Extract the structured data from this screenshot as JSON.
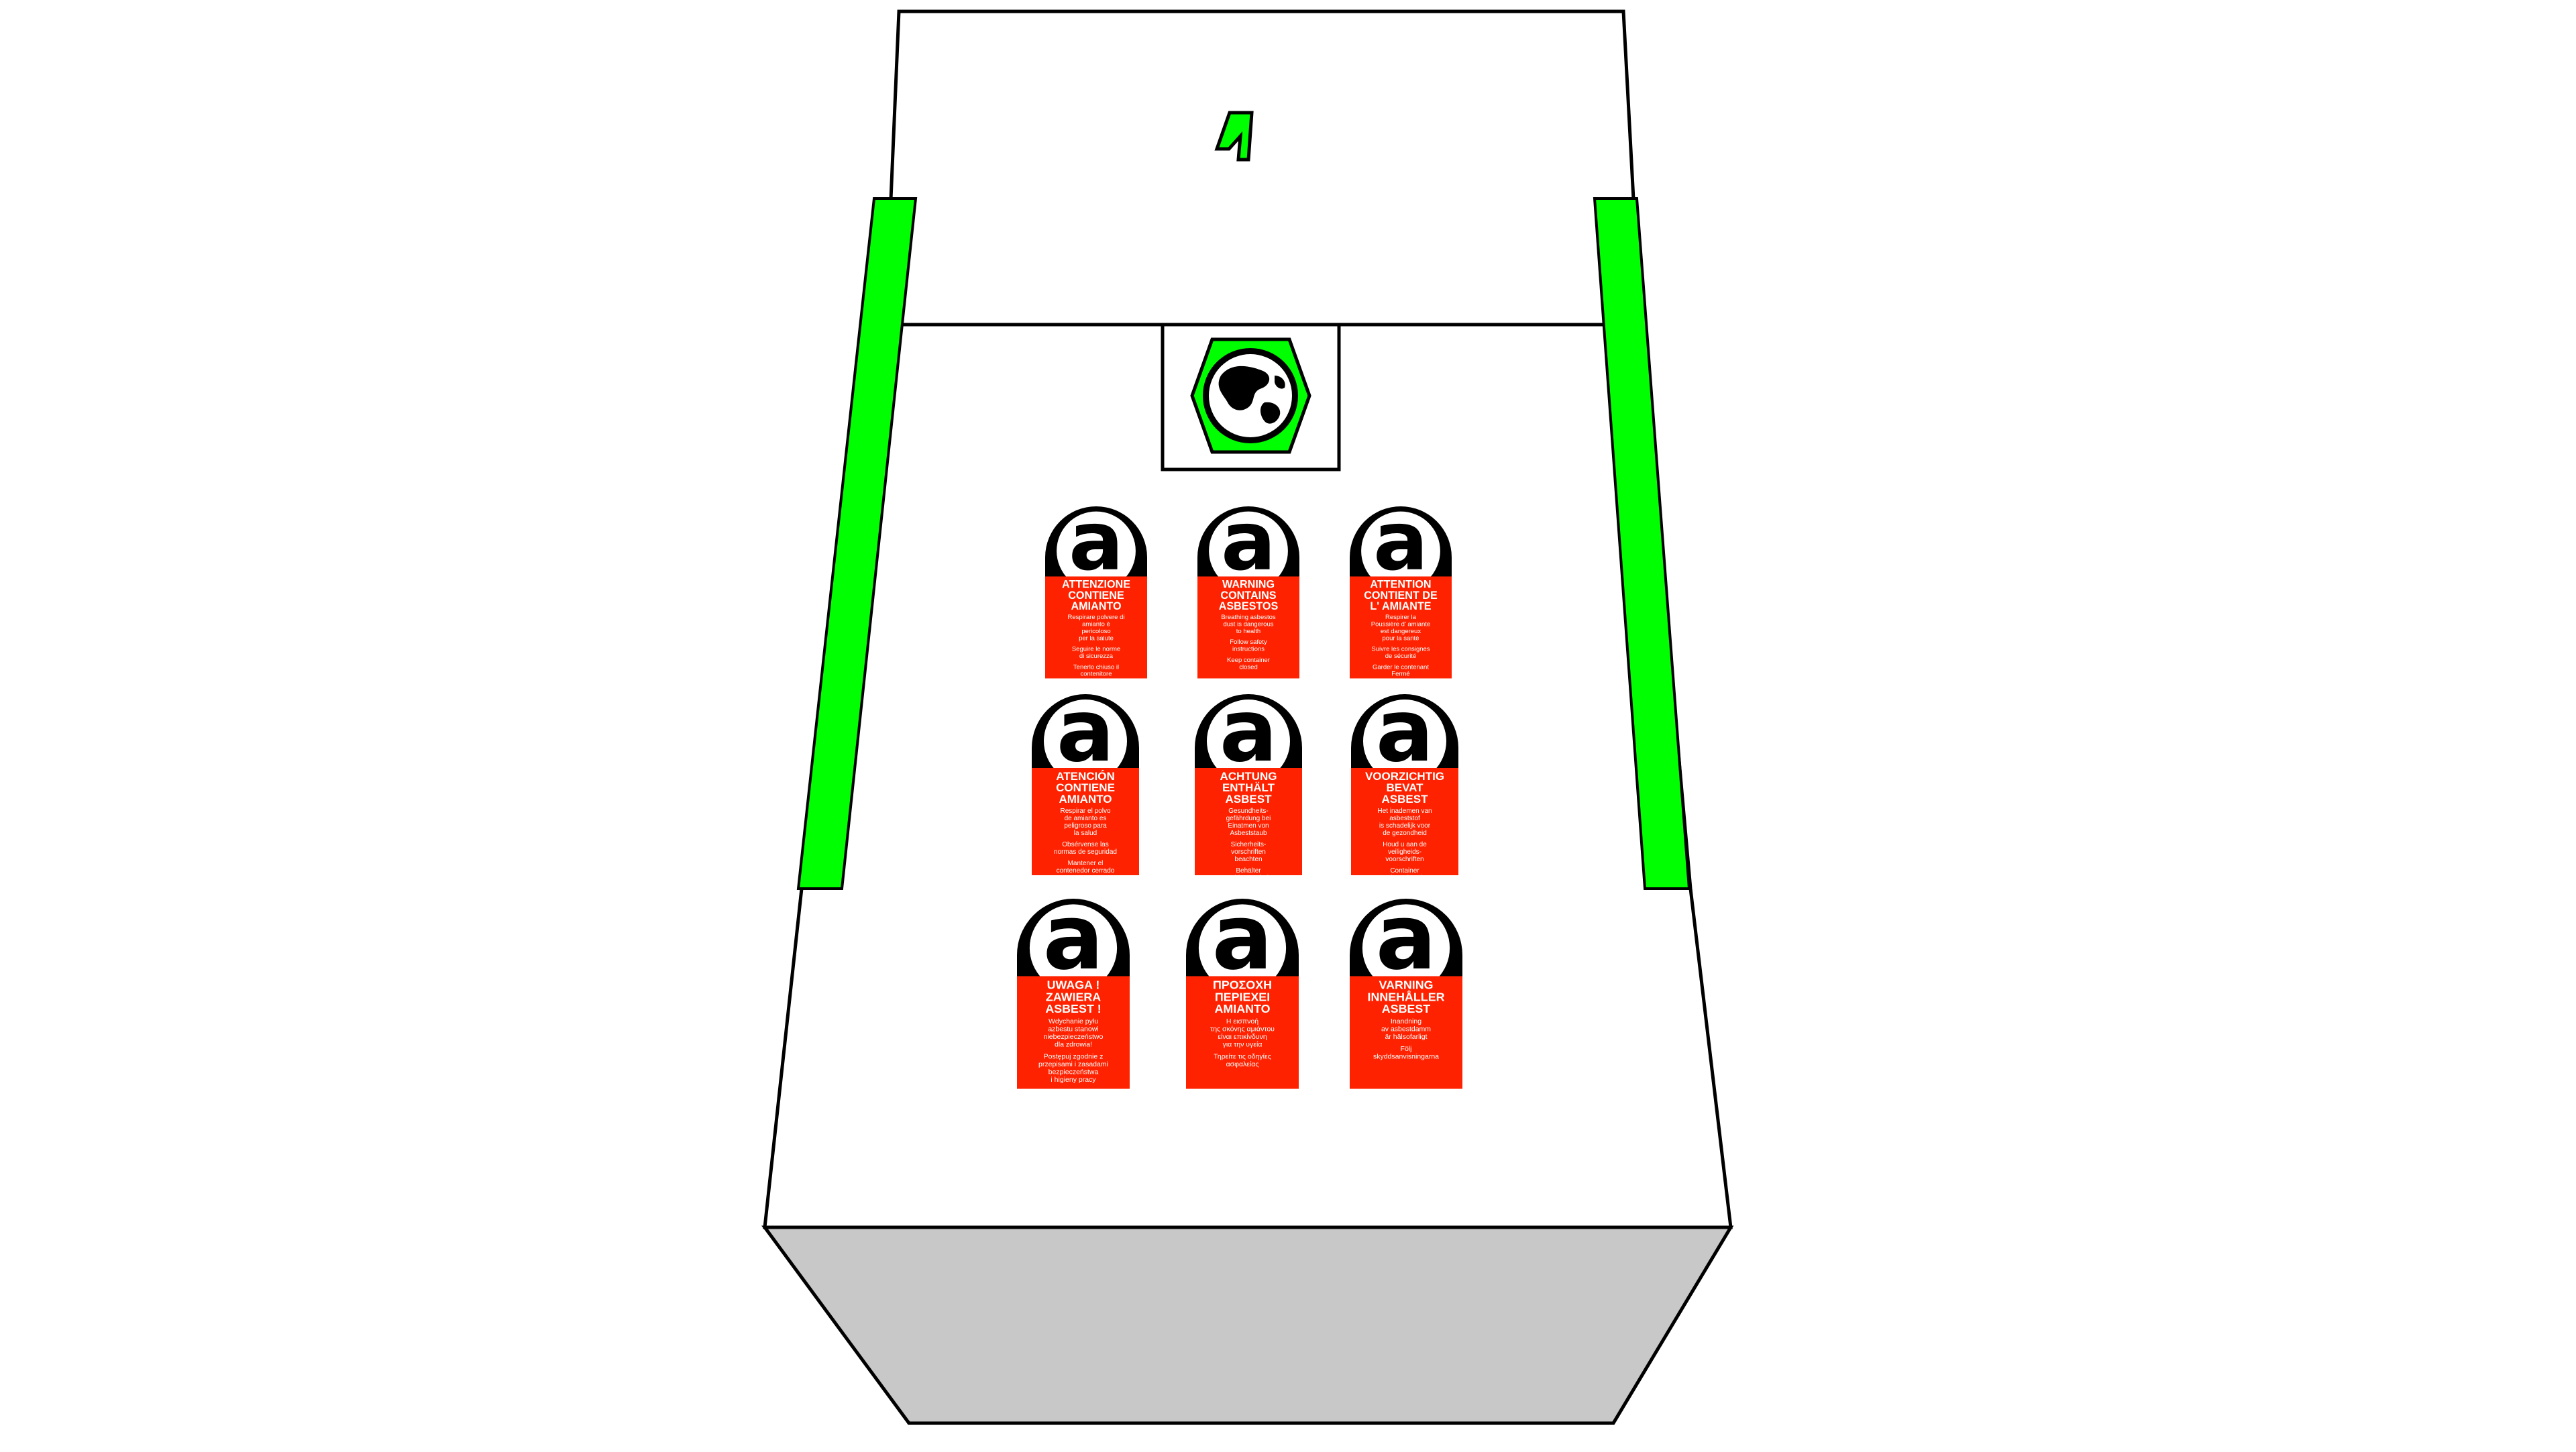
{
  "colors": {
    "accent_green": "#00ff00",
    "label_red": "#ff2200",
    "box_face": "#ffffff",
    "box_side": "#c8c8c8",
    "outline": "#000000"
  },
  "icons": {
    "top_sign": "up-arrow-icon",
    "hazard_symbol": "globe-hexagon-icon"
  },
  "labels": [
    {
      "letter": "a",
      "title": "ATTENZIONE\nCONTIENE\nAMIANTO",
      "lines": [
        "Respirare polvere di\namianto è\npericoloso\nper la salute",
        "Seguire le norme\ndi sicurezza",
        "Tenerlo chiuso il\ncontenitore"
      ]
    },
    {
      "letter": "a",
      "title": "WARNING\nCONTAINS\nASBESTOS",
      "lines": [
        "Breathing asbestos\ndust is dangerous\nto health",
        "Follow safety\ninstructions",
        "Keep container\nclosed"
      ]
    },
    {
      "letter": "a",
      "title": "ATTENTION\nCONTIENT DE\nL' AMIANTE",
      "lines": [
        "Respirer la\nPoussière d' amiante\nest dangereux\npour la santé",
        "Suivre les consignes\nde sécurité",
        "Garder le contenant\nFermé"
      ]
    },
    {
      "letter": "a",
      "title": "ATENCIÓN\nCONTIENE\nAMIANTO",
      "lines": [
        "Respirar el polvo\nde amianto es\npeligroso para\nla salud",
        "Obsérvense las\nnormas de seguridad",
        "Mantener el\ncontenedor cerrado"
      ]
    },
    {
      "letter": "a",
      "title": "ACHTUNG\nENTHÄLT\nASBEST",
      "lines": [
        "Gesundheits-\ngefährdung bei\nEinatmen von\nAsbeststaub",
        "Sicherheits-\nvorschriften\nbeachten",
        "Behälter\nGeschlossen halten"
      ]
    },
    {
      "letter": "a",
      "title": "VOORZICHTIG\nBEVAT\nASBEST",
      "lines": [
        "Het inademen van\nasbeststof\nis schadelijk voor\nde gezondheid",
        "Houd u aan de\nveiligheids-\nvoorschriften",
        "Container\ngesloten houden"
      ]
    },
    {
      "letter": "a",
      "title": "UWAGA !\nZAWIERA\nASBEST !",
      "lines": [
        "Wdychanie pyłu\nazbestu stanowi\nniebezpieczeństwo\ndla zdrowia!",
        "Postępuj zgodnie z\nprzepisami i zasadami\nbezpieczeństwa\ni higieny pracy"
      ]
    },
    {
      "letter": "a",
      "title": "ΠΡΟΣΟΧΗ\nΠΕΡΙΕΧΕΙ\nΑΜΙΑΝΤΟ",
      "lines": [
        "Η εισπνοή\nτης σκόνης αμιάντου\nείναι επικίνδυνη\nγια την υγεία",
        "Τηρείτε τις οδηγίες\nασφαλείας"
      ]
    },
    {
      "letter": "a",
      "title": "VARNING\nINNEHÅLLER\nASBEST",
      "lines": [
        "Inandning\nav asbestdamm\när hälsofarligt",
        "Följ\nskyddsanvisningarna"
      ]
    }
  ]
}
